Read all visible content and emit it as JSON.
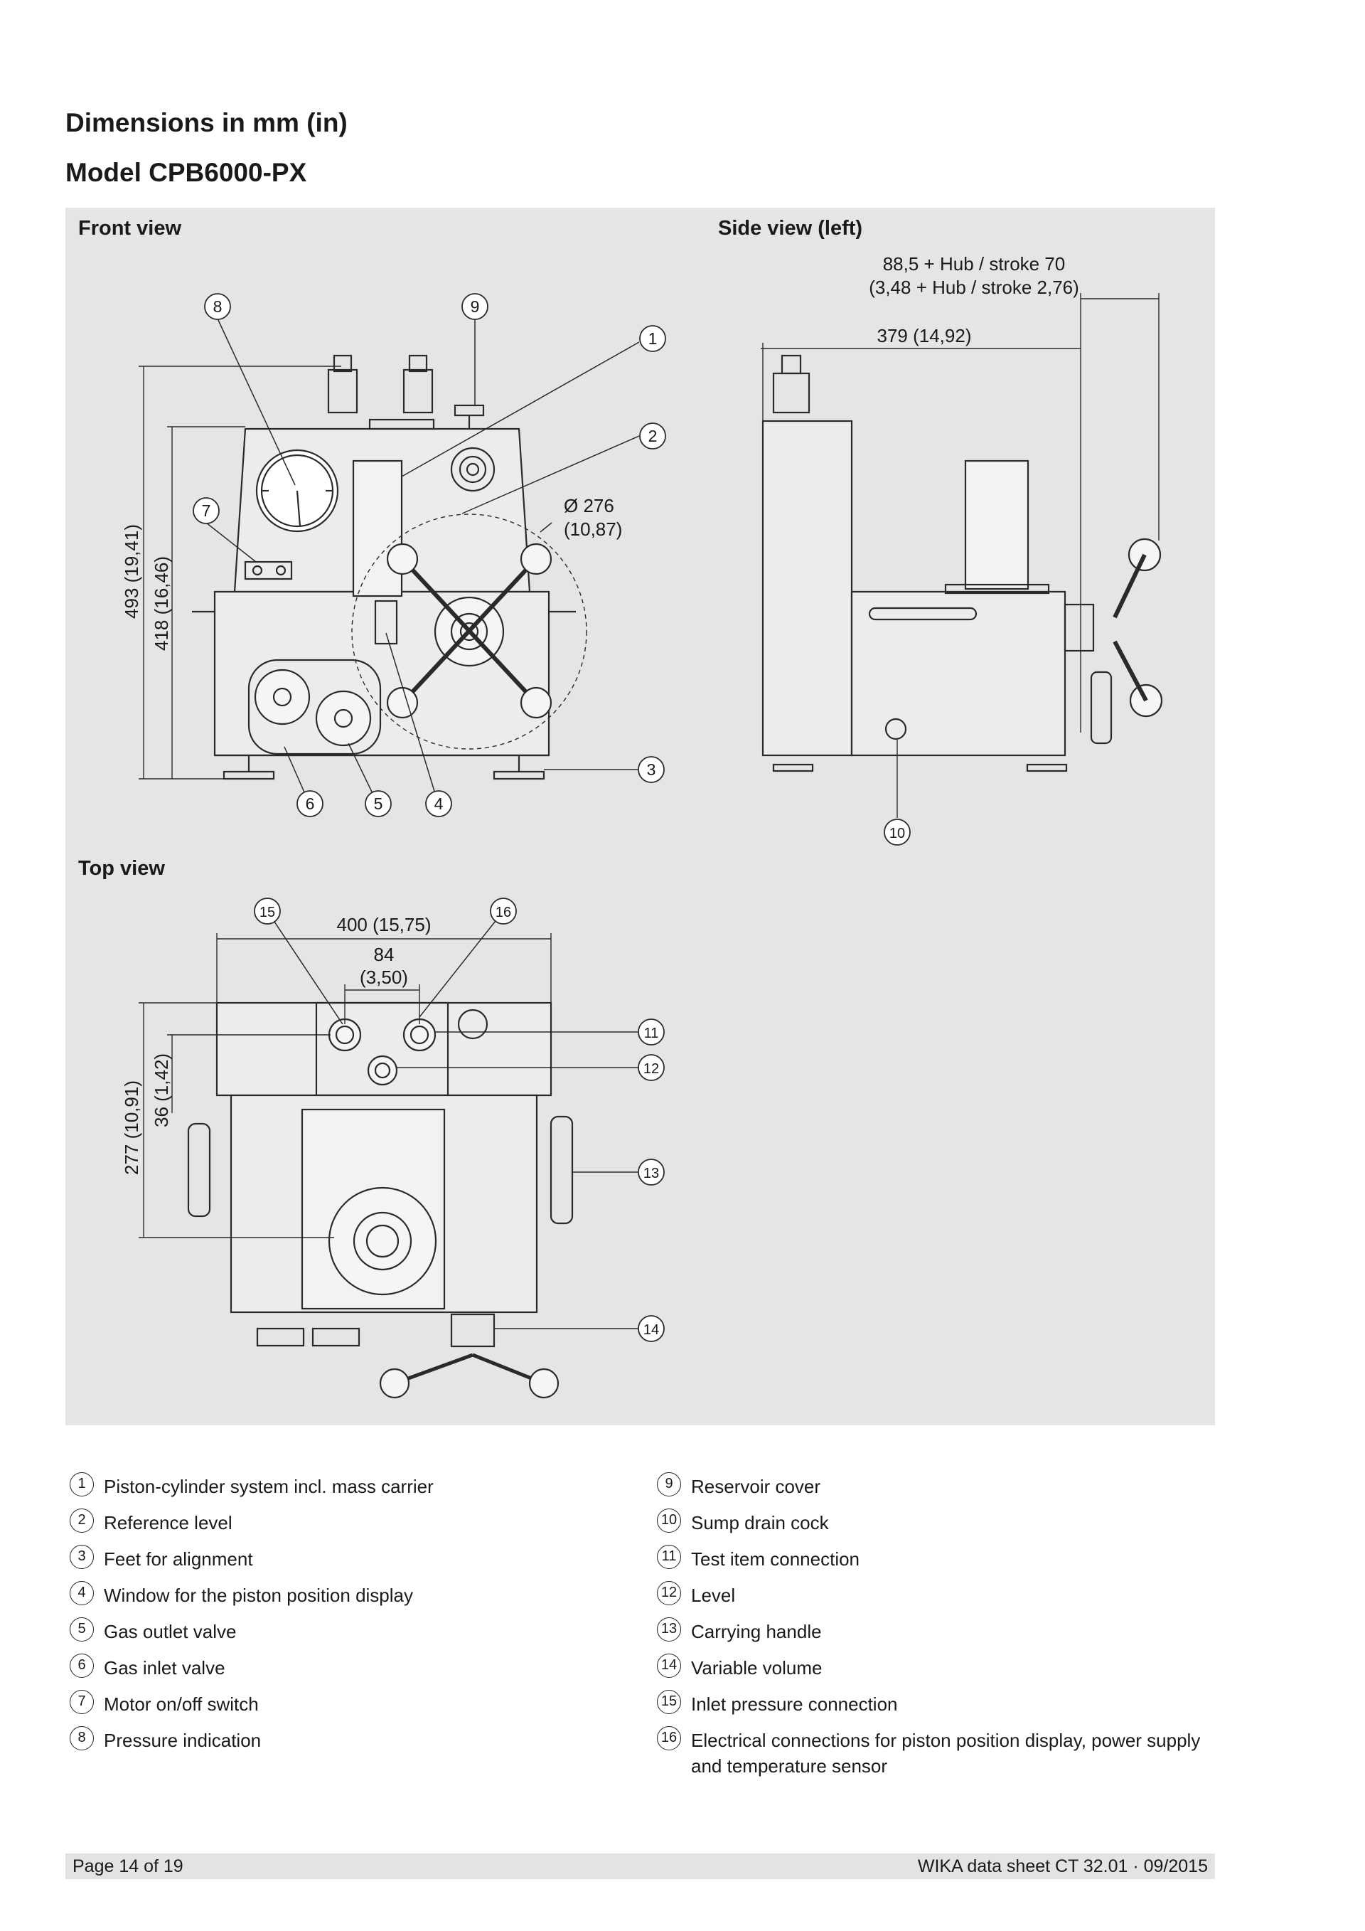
{
  "header": {
    "title": "Dimensions in mm (in)",
    "model": "Model CPB6000-PX"
  },
  "views": {
    "front": "Front view",
    "side": "Side view (left)",
    "top": "Top view"
  },
  "dimensions": {
    "front_height_total": "493 (19,41)",
    "front_height_body": "418 (16,46)",
    "diameter_mm": "Ø 276",
    "diameter_in": "(10,87)",
    "side_stroke_mm": "88,5 + Hub / stroke 70",
    "side_stroke_in": "(3,48 + Hub / stroke 2,76)",
    "side_depth": "379 (14,92)",
    "top_width": "400 (15,75)",
    "top_spacing_mm": "84",
    "top_spacing_in": "(3,50)",
    "top_depth_total": "277 (10,91)",
    "top_depth_offset": "36 (1,42)"
  },
  "callouts": [
    "1",
    "2",
    "3",
    "4",
    "5",
    "6",
    "7",
    "8",
    "9",
    "10",
    "11",
    "12",
    "13",
    "14",
    "15",
    "16"
  ],
  "legend_left": [
    {
      "num": "1",
      "text": "Piston-cylinder system incl. mass carrier"
    },
    {
      "num": "2",
      "text": "Reference level"
    },
    {
      "num": "3",
      "text": "Feet for alignment"
    },
    {
      "num": "4",
      "text": "Window for the piston position display"
    },
    {
      "num": "5",
      "text": "Gas outlet valve"
    },
    {
      "num": "6",
      "text": "Gas inlet valve"
    },
    {
      "num": "7",
      "text": "Motor on/off switch"
    },
    {
      "num": "8",
      "text": "Pressure indication"
    }
  ],
  "legend_right": [
    {
      "num": "9",
      "text": "Reservoir cover"
    },
    {
      "num": "10",
      "text": "Sump drain cock"
    },
    {
      "num": "11",
      "text": "Test item connection"
    },
    {
      "num": "12",
      "text": "Level"
    },
    {
      "num": "13",
      "text": "Carrying handle"
    },
    {
      "num": "14",
      "text": "Variable volume"
    },
    {
      "num": "15",
      "text": "Inlet pressure connection"
    },
    {
      "num": "16",
      "text": "Electrical connections for piston position display, power supply and temperature sensor"
    }
  ],
  "footer": {
    "page": "Page 14 of 19",
    "sheet": "WIKA data sheet CT 32.01 · 09/2015"
  }
}
